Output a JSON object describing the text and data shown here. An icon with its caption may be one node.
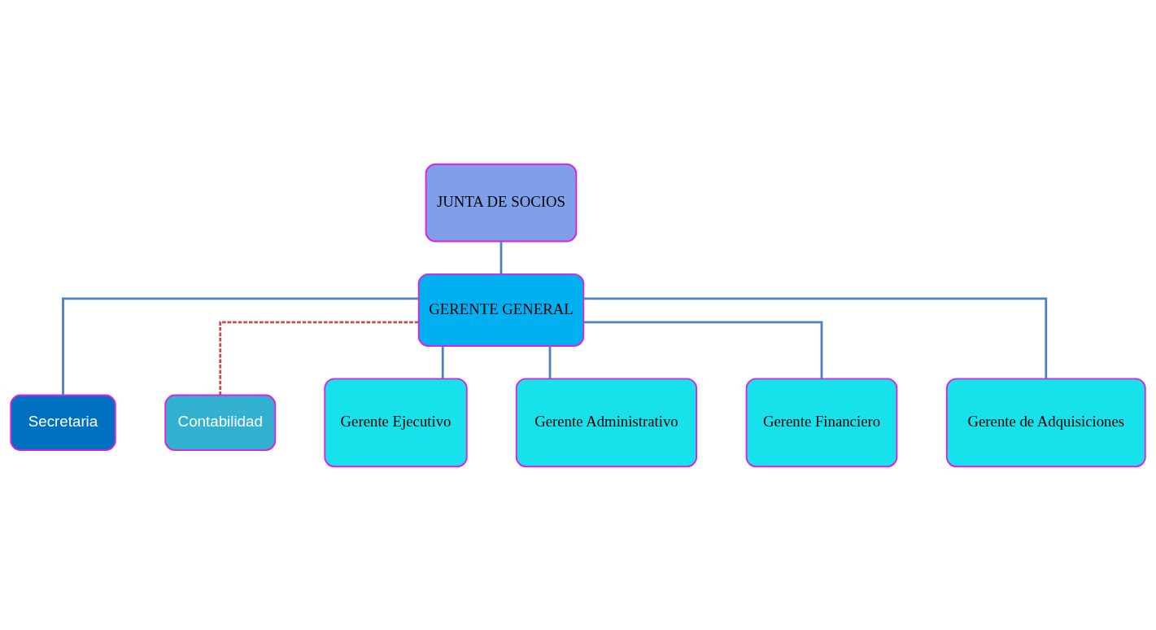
{
  "diagram": {
    "nodes": [
      {
        "text": [
          "JUNTA DE SOCIOS"
        ]
      },
      {
        "text": [
          "GERENTE GENERAL"
        ]
      },
      {
        "text": [
          "Secretaria"
        ]
      },
      {
        "text": [
          "Contabilidad"
        ]
      },
      {
        "text": [
          "Gerente Ejecutivo"
        ]
      },
      {
        "text": [
          "Gerente Administrativo"
        ]
      },
      {
        "text": [
          "Gerente Financiero"
        ]
      },
      {
        "text": [
          "Gerente de Adquisiciones"
        ]
      }
    ],
    "edges": [
      {
        "from": 0,
        "to": 1,
        "arrow": "none"
      },
      {
        "from": 1,
        "to": 2,
        "arrow": "none"
      },
      {
        "from": 1,
        "to": 3,
        "arrow": "none",
        "style": "dashed",
        "color": "#c0504d"
      },
      {
        "from": 1,
        "to": 4,
        "arrow": "none"
      },
      {
        "from": 1,
        "to": 5,
        "arrow": "none"
      },
      {
        "from": 1,
        "to": 6,
        "arrow": "none"
      },
      {
        "from": 1,
        "to": 7,
        "arrow": "none"
      }
    ]
  }
}
